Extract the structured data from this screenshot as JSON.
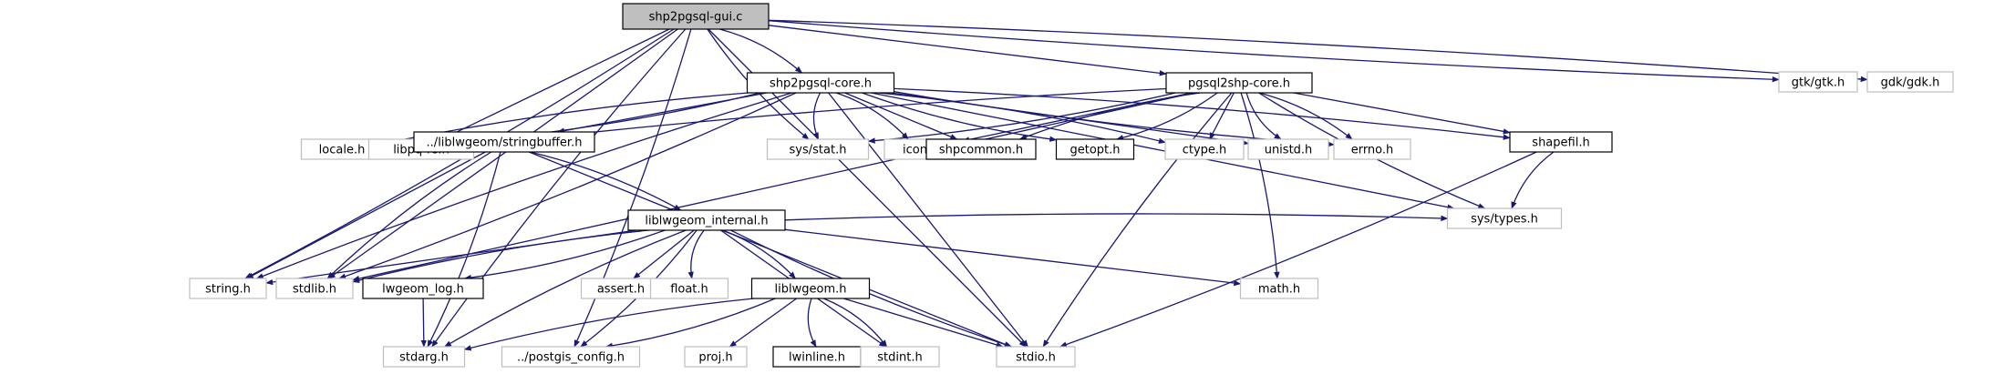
{
  "graph": {
    "colors": {
      "edge": "#191970",
      "root_fill": "#bfbfbf",
      "root_stroke": "#000000",
      "linked_stroke": "#000000",
      "external_stroke": "#bfbfbf",
      "external_text": "#000000",
      "fill": "#ffffff"
    },
    "nodes": [
      {
        "id": "root",
        "label": "shp2pgsql-gui.c",
        "kind": "root"
      },
      {
        "id": "core",
        "label": "shp2pgsql-core.h",
        "kind": "linked"
      },
      {
        "id": "pgcore",
        "label": "pgsql2shp-core.h",
        "kind": "linked"
      },
      {
        "id": "gtk",
        "label": "gtk/gtk.h",
        "kind": "external"
      },
      {
        "id": "gdk",
        "label": "gdk/gdk.h",
        "kind": "external"
      },
      {
        "id": "locale",
        "label": "locale.h",
        "kind": "external"
      },
      {
        "id": "libpq",
        "label": "libpq-fe.h",
        "kind": "external"
      },
      {
        "id": "sb",
        "label": "../liblwgeom/stringbuffer.h",
        "kind": "linked"
      },
      {
        "id": "sysstat",
        "label": "sys/stat.h",
        "kind": "external"
      },
      {
        "id": "iconv",
        "label": "iconv.h",
        "kind": "external"
      },
      {
        "id": "shpcommon",
        "label": "shpcommon.h",
        "kind": "linked"
      },
      {
        "id": "getopt",
        "label": "getopt.h",
        "kind": "linked"
      },
      {
        "id": "ctype",
        "label": "ctype.h",
        "kind": "external"
      },
      {
        "id": "unistd",
        "label": "unistd.h",
        "kind": "external"
      },
      {
        "id": "errno",
        "label": "errno.h",
        "kind": "external"
      },
      {
        "id": "shapefil",
        "label": "shapefil.h",
        "kind": "linked"
      },
      {
        "id": "systypes",
        "label": "sys/types.h",
        "kind": "external"
      },
      {
        "id": "lwint",
        "label": "liblwgeom_internal.h",
        "kind": "linked"
      },
      {
        "id": "string",
        "label": "string.h",
        "kind": "external"
      },
      {
        "id": "stdlib",
        "label": "stdlib.h",
        "kind": "external"
      },
      {
        "id": "lwlog",
        "label": "lwgeom_log.h",
        "kind": "linked"
      },
      {
        "id": "assert",
        "label": "assert.h",
        "kind": "external"
      },
      {
        "id": "float",
        "label": "float.h",
        "kind": "external"
      },
      {
        "id": "liblw",
        "label": "liblwgeom.h",
        "kind": "linked"
      },
      {
        "id": "math",
        "label": "math.h",
        "kind": "external"
      },
      {
        "id": "stdarg",
        "label": "stdarg.h",
        "kind": "external"
      },
      {
        "id": "pgconf",
        "label": "../postgis_config.h",
        "kind": "external"
      },
      {
        "id": "proj",
        "label": "proj.h",
        "kind": "external"
      },
      {
        "id": "lwinline",
        "label": "lwinline.h",
        "kind": "linked"
      },
      {
        "id": "stdint",
        "label": "stdint.h",
        "kind": "external"
      },
      {
        "id": "stdio",
        "label": "stdio.h",
        "kind": "external"
      }
    ],
    "edges": [
      [
        "root",
        "core"
      ],
      [
        "root",
        "pgcore"
      ],
      [
        "root",
        "gtk"
      ],
      [
        "root",
        "gdk"
      ],
      [
        "root",
        "libpq"
      ],
      [
        "root",
        "sysstat"
      ],
      [
        "root",
        "string"
      ],
      [
        "root",
        "stdlib"
      ],
      [
        "root",
        "stdarg"
      ],
      [
        "root",
        "pgconf"
      ],
      [
        "root",
        "stdio"
      ],
      [
        "core",
        "locale"
      ],
      [
        "core",
        "libpq"
      ],
      [
        "core",
        "sb"
      ],
      [
        "core",
        "sysstat"
      ],
      [
        "core",
        "iconv"
      ],
      [
        "core",
        "shpcommon"
      ],
      [
        "core",
        "getopt"
      ],
      [
        "core",
        "ctype"
      ],
      [
        "core",
        "unistd"
      ],
      [
        "core",
        "errno"
      ],
      [
        "core",
        "shapefil"
      ],
      [
        "core",
        "systypes"
      ],
      [
        "core",
        "string"
      ],
      [
        "core",
        "stdlib"
      ],
      [
        "core",
        "stdio"
      ],
      [
        "pgcore",
        "libpq"
      ],
      [
        "pgcore",
        "sysstat"
      ],
      [
        "pgcore",
        "iconv"
      ],
      [
        "pgcore",
        "shpcommon"
      ],
      [
        "pgcore",
        "getopt"
      ],
      [
        "pgcore",
        "ctype"
      ],
      [
        "pgcore",
        "unistd"
      ],
      [
        "pgcore",
        "errno"
      ],
      [
        "pgcore",
        "shapefil"
      ],
      [
        "pgcore",
        "systypes"
      ],
      [
        "pgcore",
        "math"
      ],
      [
        "pgcore",
        "stdlib"
      ],
      [
        "pgcore",
        "stdio"
      ],
      [
        "sb",
        "lwint"
      ],
      [
        "sb",
        "string"
      ],
      [
        "sb",
        "stdlib"
      ],
      [
        "sb",
        "stdarg"
      ],
      [
        "sb",
        "stdio"
      ],
      [
        "shapefil",
        "systypes"
      ],
      [
        "shapefil",
        "stdio"
      ],
      [
        "lwint",
        "string"
      ],
      [
        "lwint",
        "stdlib"
      ],
      [
        "lwint",
        "lwlog"
      ],
      [
        "lwint",
        "assert"
      ],
      [
        "lwint",
        "float"
      ],
      [
        "lwint",
        "liblw"
      ],
      [
        "lwint",
        "math"
      ],
      [
        "lwint",
        "stdarg"
      ],
      [
        "lwint",
        "pgconf"
      ],
      [
        "lwint",
        "stdint"
      ],
      [
        "lwint",
        "stdio"
      ],
      [
        "lwint",
        "systypes"
      ],
      [
        "lwlog",
        "stdarg"
      ],
      [
        "liblw",
        "stdarg"
      ],
      [
        "liblw",
        "pgconf"
      ],
      [
        "liblw",
        "proj"
      ],
      [
        "liblw",
        "lwinline"
      ],
      [
        "liblw",
        "stdint"
      ],
      [
        "liblw",
        "stdio"
      ]
    ]
  }
}
